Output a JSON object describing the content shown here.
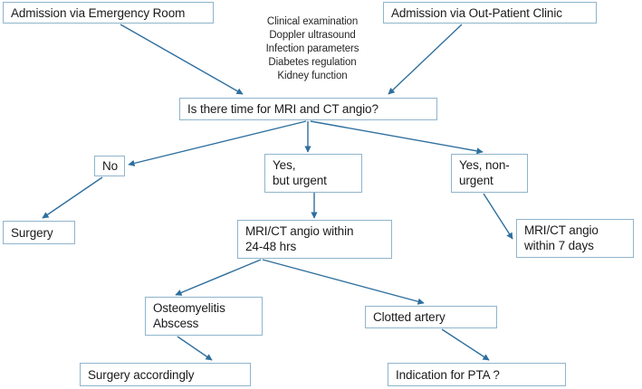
{
  "diagram": {
    "title": "Diagnostic and treatment pathway flowchart",
    "edge_color": "#2e6f9e",
    "box_border_color": "#8fb4cc",
    "text_color": "#1a1a1a",
    "background": "#ffffff",
    "nodes": {
      "admission_er": "Admission via Emergency Room",
      "admission_opc": "Admission via Out-Patient Clinic",
      "workup_note": "Clinical examination\nDoppler ultrasound\nInfection parameters\nDiabetes regulation\nKidney function",
      "decision_time": "Is there time for MRI and CT angio?",
      "option_no": "No",
      "option_yes_urgent": "Yes,\nbut urgent",
      "option_yes_nonurgent": "Yes, non-\nurgent",
      "surgery": "Surgery",
      "mri_24_48": "MRI/CT angio within\n24-48 hrs",
      "mri_7_days": "MRI/CT angio\nwithin 7 days",
      "osteomyelitis_abscess": "Osteomyelitis\nAbscess",
      "clotted_artery": "Clotted artery",
      "surgery_accordingly": "Surgery accordingly",
      "indication_pta": "Indication for PTA ?"
    },
    "edges": [
      {
        "from": "admission_er",
        "to": "decision_time"
      },
      {
        "from": "admission_opc",
        "to": "decision_time"
      },
      {
        "from": "decision_time",
        "to": "option_no"
      },
      {
        "from": "decision_time",
        "to": "option_yes_urgent"
      },
      {
        "from": "decision_time",
        "to": "option_yes_nonurgent"
      },
      {
        "from": "option_no",
        "to": "surgery"
      },
      {
        "from": "option_yes_urgent",
        "to": "mri_24_48"
      },
      {
        "from": "option_yes_nonurgent",
        "to": "mri_7_days"
      },
      {
        "from": "mri_24_48",
        "to": "osteomyelitis_abscess"
      },
      {
        "from": "mri_24_48",
        "to": "clotted_artery"
      },
      {
        "from": "osteomyelitis_abscess",
        "to": "surgery_accordingly"
      },
      {
        "from": "clotted_artery",
        "to": "indication_pta"
      }
    ]
  }
}
